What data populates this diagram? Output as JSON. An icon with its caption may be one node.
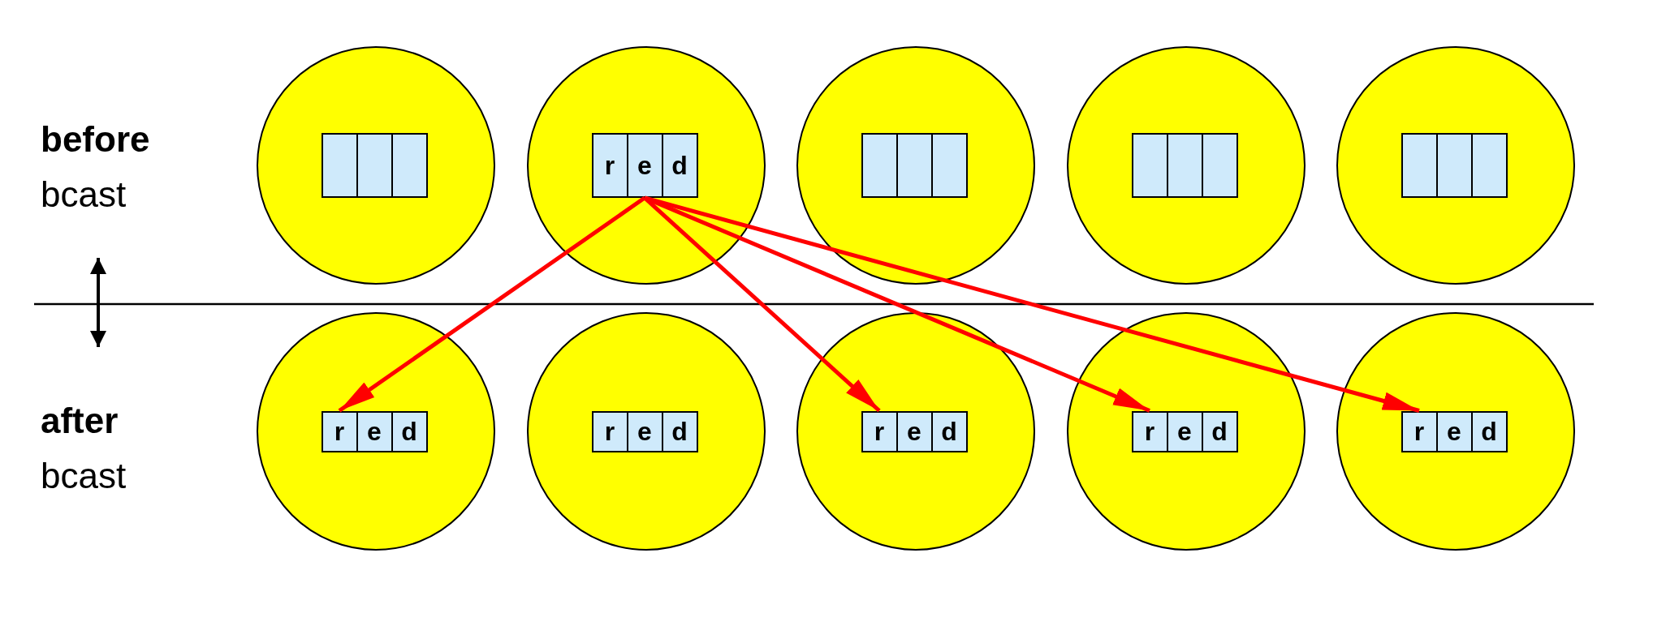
{
  "diagram": {
    "nodes": [
      {
        "text": [],
        "shape": "circle"
      },
      {
        "text": [],
        "shape": "box",
        "in": 0
      },
      {
        "text": [],
        "shape": "box",
        "in": 0
      },
      {
        "text": [],
        "shape": "box",
        "in": 0
      },
      {
        "text": [],
        "shape": "circle"
      },
      {
        "text": [
          "r"
        ],
        "in": 4
      },
      {
        "text": [
          "e"
        ],
        "in": 4
      },
      {
        "text": [
          "d"
        ],
        "in": 4
      },
      {
        "text": [],
        "shape": "circle"
      },
      {
        "text": [],
        "shape": "box",
        "in": 8
      },
      {
        "text": [],
        "shape": "box",
        "in": 8
      },
      {
        "text": [],
        "shape": "box",
        "in": 8
      },
      {
        "text": [],
        "shape": "circle"
      },
      {
        "text": [],
        "shape": "box",
        "in": 12
      },
      {
        "text": [],
        "shape": "box",
        "in": 12
      },
      {
        "text": [],
        "shape": "box",
        "in": 12
      },
      {
        "text": [],
        "shape": "circle"
      },
      {
        "text": [],
        "shape": "box",
        "in": 16
      },
      {
        "text": [],
        "shape": "box",
        "in": 16
      },
      {
        "text": [],
        "shape": "box",
        "in": 16
      },
      {
        "text": [],
        "shape": "circle"
      },
      {
        "text": [
          "r"
        ],
        "in": 20
      },
      {
        "text": [
          "e"
        ],
        "in": 20
      },
      {
        "text": [
          "d"
        ],
        "in": 20
      },
      {
        "text": [],
        "shape": "circle"
      },
      {
        "text": [
          "r"
        ],
        "in": 24
      },
      {
        "text": [
          "e"
        ],
        "in": 24
      },
      {
        "text": [
          "d"
        ],
        "in": 24
      },
      {
        "text": [],
        "shape": "circle"
      },
      {
        "text": [
          "r"
        ],
        "in": 28
      },
      {
        "text": [
          "e"
        ],
        "in": 28
      },
      {
        "text": [
          "d"
        ],
        "in": 28
      },
      {
        "text": [],
        "shape": "circle"
      },
      {
        "text": [
          "r"
        ],
        "in": 32
      },
      {
        "text": [
          "e"
        ],
        "in": 32
      },
      {
        "text": [
          "d"
        ],
        "in": 32
      },
      {
        "text": [],
        "shape": "circle"
      },
      {
        "text": [
          "r"
        ],
        "in": 36
      },
      {
        "text": [
          "e"
        ],
        "in": 36
      },
      {
        "text": [
          "d"
        ],
        "in": 36
      }
    ],
    "edges": [
      {
        "from": 6,
        "to": 21,
        "arrow": "to"
      },
      {
        "from": 6,
        "to": 29,
        "arrow": "to"
      },
      {
        "from": 6,
        "to": 33,
        "arrow": "to"
      },
      {
        "from": 6,
        "to": 37,
        "arrow": "to"
      }
    ],
    "labels": [
      "before",
      "bcast",
      "after",
      "bcast"
    ]
  }
}
